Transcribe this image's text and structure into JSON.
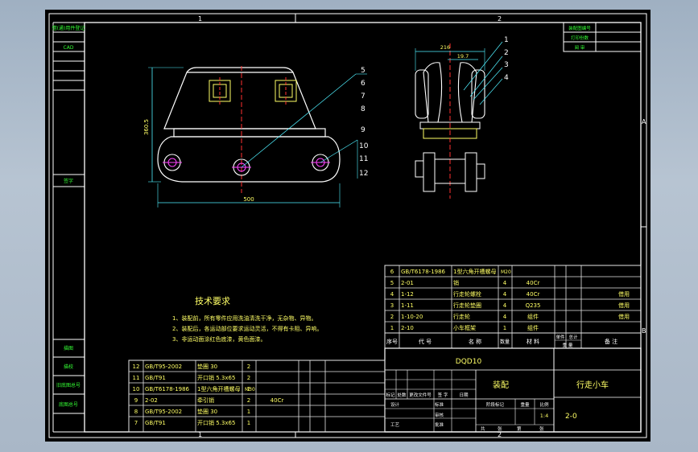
{
  "colors": {
    "background": "#000000",
    "frame": "#ffffff",
    "table_line": "#e6e6e6",
    "text_green": "#35ff35",
    "text_yellow": "#ffff66",
    "dim_cyan": "#4ff0ff",
    "center_red": "#ff3030",
    "bolt_magenta": "#ff44ff",
    "viewport_bg": "#a9b7c7"
  },
  "frame": {
    "zone_top_1": "1",
    "zone_top_2": "2",
    "zone_right_a": "A",
    "zone_right_b": "B",
    "zone_bottom_1": "1",
    "zone_bottom_2": "2"
  },
  "left_column": {
    "label_a": "借(通)用件登记",
    "label_b": "CAD",
    "label_c": "签字",
    "label_d": "描图",
    "label_e": "描校",
    "label_f": "旧底图总号",
    "label_g": "底图总号"
  },
  "top_right_box": {
    "row1": "装配图编号",
    "row2": "打印份数",
    "row3": "阅 审"
  },
  "dimensions": {
    "width_front": "500",
    "height_front": "360.5",
    "width_side_top": "216",
    "width_side_inner": "19.7"
  },
  "callouts": {
    "front": [
      "5",
      "6",
      "7",
      "8",
      "9",
      "10",
      "11",
      "12"
    ],
    "side": [
      "1",
      "2",
      "3",
      "4"
    ]
  },
  "tech_requirements": {
    "title": "技术要求",
    "lines": [
      "1、装配前，所有零件应用洗油清洗干净，无杂物、异物。",
      "2、装配后，各运动部位要求运动灵活，不得有卡阻、异响。",
      "3、非运动面涂红色底漆，黄色面漆。"
    ]
  },
  "parts_upper": {
    "rows": [
      {
        "no": "6",
        "code": "GB/T6178-1986",
        "name": "1型六角开槽螺母",
        "spec": "M20",
        "qty": "",
        "material": "",
        "note": ""
      },
      {
        "no": "5",
        "code": "2-01",
        "name": "销",
        "spec": "",
        "qty": "4",
        "material": "40Cr",
        "note": ""
      },
      {
        "no": "4",
        "code": "1-12",
        "name": "行走轮螺栓",
        "spec": "",
        "qty": "4",
        "material": "40Cr",
        "note": "借用"
      },
      {
        "no": "3",
        "code": "1-11",
        "name": "行走轮垫圈",
        "spec": "",
        "qty": "4",
        "material": "Q235",
        "note": "借用"
      },
      {
        "no": "2",
        "code": "1-10-20",
        "name": "行走轮",
        "spec": "",
        "qty": "4",
        "material": "组件",
        "note": "借用"
      },
      {
        "no": "1",
        "code": "2-10",
        "name": "小车框架",
        "spec": "",
        "qty": "1",
        "material": "组件",
        "note": ""
      }
    ],
    "header": {
      "no": "序号",
      "code": "代 号",
      "name": "名 称",
      "qty": "数量",
      "material": "材 料",
      "weight_single": "单件",
      "weight_total": "总计",
      "weight": "重 量",
      "note": "备 注"
    }
  },
  "parts_lower": {
    "rows": [
      {
        "no": "12",
        "code": "GB/T95-2002",
        "name": "垫圈 30",
        "spec": "",
        "qty": "2",
        "material": ""
      },
      {
        "no": "11",
        "code": "GB/T91",
        "name": "开口销 5.3x65",
        "spec": "",
        "qty": "2",
        "material": ""
      },
      {
        "no": "10",
        "code": "GB/T6178-1986",
        "name": "1型六角开槽螺母",
        "spec": "M30",
        "qty": "2",
        "material": ""
      },
      {
        "no": "9",
        "code": "2-02",
        "name": "牵引销",
        "spec": "",
        "qty": "2",
        "material": "40Cr"
      },
      {
        "no": "8",
        "code": "GB/T95-2002",
        "name": "垫圈 30",
        "spec": "",
        "qty": "1",
        "material": ""
      },
      {
        "no": "7",
        "code": "GB/T91",
        "name": "开口销 5.3x65",
        "spec": "",
        "qty": "1",
        "material": ""
      }
    ]
  },
  "title_block": {
    "drawing_code": "DQD10",
    "drawing_type": "装配",
    "name": "行走小车",
    "number": "2-0",
    "scale": "1:4",
    "label_mark": "标记",
    "label_count": "处数",
    "label_doc": "更改文件号",
    "label_sign": "签 字",
    "label_date": "日期",
    "label_design": "设计",
    "label_check": "审核",
    "label_process": "工艺",
    "label_standard": "标准",
    "label_approve": "批准",
    "label_stage": "阶段标记",
    "label_weight": "重量",
    "label_scale": "比例",
    "label_total": "共",
    "label_sheet": "张",
    "label_no": "第",
    "label_zhang": "张"
  }
}
